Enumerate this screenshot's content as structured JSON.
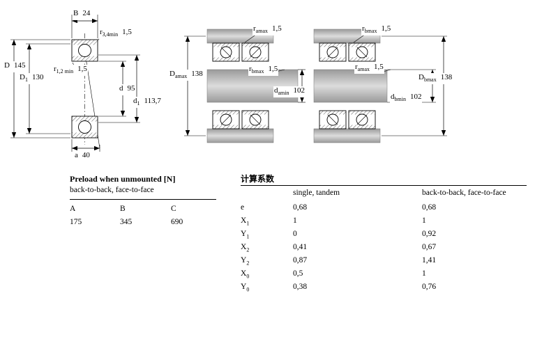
{
  "single_drawing": {
    "labels": {
      "B": {
        "base": "B",
        "sub": "",
        "value": "24"
      },
      "r34": {
        "base": "r",
        "sub": "3,4min",
        "value": "1,5"
      },
      "D": {
        "base": "D",
        "sub": "",
        "value": "145"
      },
      "D1": {
        "base": "D",
        "sub": "1",
        "value": "130"
      },
      "r12": {
        "base": "r",
        "sub": "1,2 min",
        "value": "1,5"
      },
      "d": {
        "base": "d",
        "sub": "",
        "value": "95"
      },
      "d1": {
        "base": "d",
        "sub": "1",
        "value": "113,7"
      },
      "a": {
        "base": "a",
        "sub": "",
        "value": "40"
      }
    }
  },
  "pair_drawing_1": {
    "labels": {
      "r_amax_top": {
        "base": "r",
        "sub": "amax",
        "value": "1,5"
      },
      "D_amax": {
        "base": "D",
        "sub": "amax",
        "value": "138"
      },
      "r_bmax": {
        "base": "r",
        "sub": "bmax",
        "value": "1,5"
      },
      "d_amin": {
        "base": "d",
        "sub": "amin",
        "value": "102"
      }
    }
  },
  "pair_drawing_2": {
    "labels": {
      "r_bmax_top": {
        "base": "r",
        "sub": "bmax",
        "value": "1,5"
      },
      "r_amax": {
        "base": "r",
        "sub": "amax",
        "value": "1,5"
      },
      "D_bmax": {
        "base": "D",
        "sub": "bmax",
        "value": "138"
      },
      "d_bmin": {
        "base": "d",
        "sub": "bmin",
        "value": "102"
      }
    }
  },
  "preload_table": {
    "title": "Preload when unmounted [N]",
    "subtitle": "back-to-back, face-to-face",
    "headers": [
      "A",
      "B",
      "C"
    ],
    "values": [
      "175",
      "345",
      "690"
    ]
  },
  "factors_table": {
    "title": "计算系数",
    "col_headers": [
      "single, tandem",
      "back-to-back, face-to-face"
    ],
    "rows": [
      {
        "base": "e",
        "sub": "",
        "single_tandem": "0,68",
        "back_face": "0,68"
      },
      {
        "base": "X",
        "sub": "1",
        "single_tandem": "1",
        "back_face": "1"
      },
      {
        "base": "Y",
        "sub": "1",
        "single_tandem": "0",
        "back_face": "0,92"
      },
      {
        "base": "X",
        "sub": "2",
        "single_tandem": "0,41",
        "back_face": "0,67"
      },
      {
        "base": "Y",
        "sub": "2",
        "single_tandem": "0,87",
        "back_face": "1,41"
      },
      {
        "base": "X",
        "sub": "0",
        "single_tandem": "0,5",
        "back_face": "1"
      },
      {
        "base": "Y",
        "sub": "0",
        "single_tandem": "0,38",
        "back_face": "0,76"
      }
    ]
  }
}
